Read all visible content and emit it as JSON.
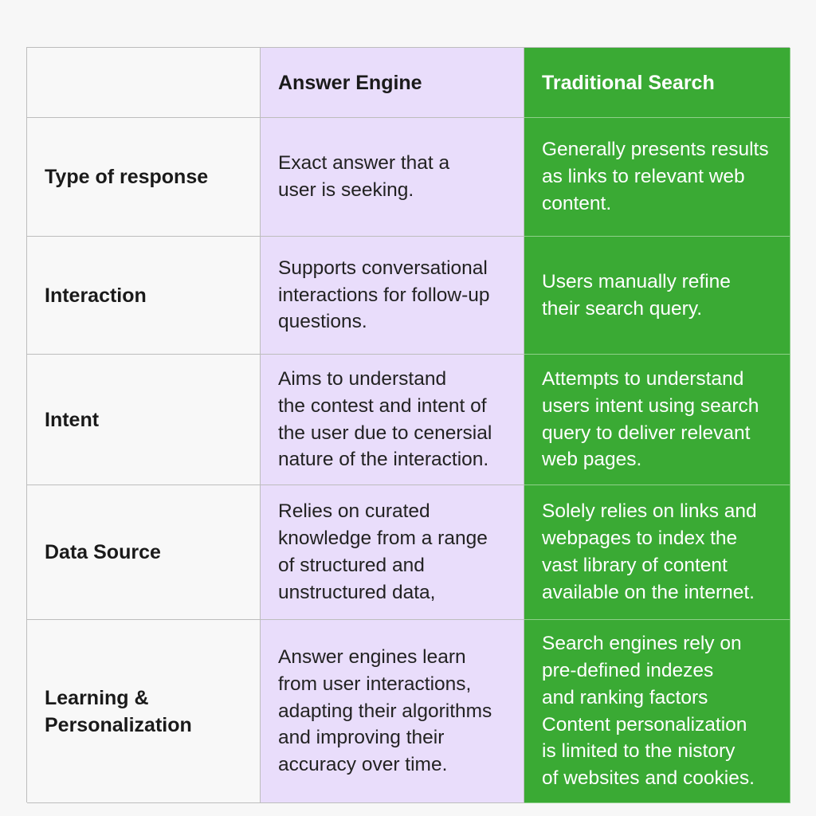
{
  "table": {
    "header": {
      "corner": "",
      "answer": "Answer Engine",
      "traditional": "Traditional Search"
    },
    "rows": [
      {
        "label": "Type of response",
        "answer": "Exact answer that a\nuser is seeking.",
        "traditional": "Generally presents results\nas links to relevant web\ncontent."
      },
      {
        "label": "Interaction",
        "answer": "Supports conversational\ninteractions for follow-up\nquestions.",
        "traditional": "Users manually refine\ntheir search query."
      },
      {
        "label": "Intent",
        "answer": "Aims to understand\nthe contest and intent of\nthe user due to cenersial\nnature of the interaction.",
        "traditional": "Attempts to understand\nusers intent using search\nquery to deliver relevant\nweb pages."
      },
      {
        "label": "Data Source",
        "answer": "Relies on curated\nknowledge from a range\nof structured and\nunstructured data,",
        "traditional": "Solely relies on links and\nwebpages to index the\nvast library of content\navailable on the internet."
      },
      {
        "label": "Learning &\nPersonalization",
        "answer": "Answer engines learn\nfrom user interactions,\nadapting their algorithms\nand improving their\naccuracy over time.",
        "traditional": "Search engines rely on\npre-defined indezes\nand ranking factors\nContent personalization\nis limited to the nistory\nof websites and cookies."
      }
    ]
  },
  "colors": {
    "answer_column": "#e9ddfb",
    "traditional_column": "#3aaa34",
    "label_column": "#f8f8f8"
  }
}
